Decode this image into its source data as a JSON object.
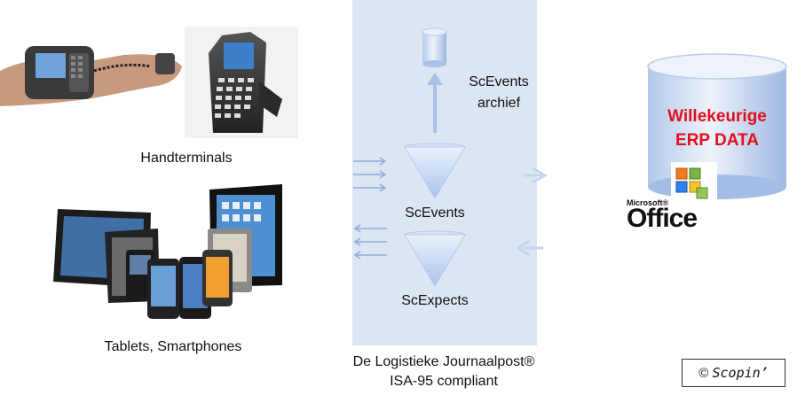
{
  "labels": {
    "handterminals": "Handterminals",
    "tablets": "Tablets, Smartphones",
    "archive": "ScEvents\narchief",
    "archive_line1": "ScEvents",
    "archive_line2": "archief",
    "scevents": "ScEvents",
    "scexpects": "ScExpects",
    "footer_line1": "De Logistieke Journaalpost®",
    "footer_line2": "ISA-95 compliant",
    "erp_line1": "Willekeurige",
    "erp_line2": "ERP DATA",
    "office_small": "Microsoft®",
    "office_big": "Office",
    "copyright_symbol": "©",
    "copyright_name": "Scopin’"
  },
  "colors": {
    "panel": "#dce6f2",
    "funnel": "#b9cff0",
    "arrow": "#8eaadb",
    "erp_text": "#e0101e"
  },
  "icons": [
    "wrist-terminal-image",
    "handheld-scanner-image",
    "tablets-smartphones-image",
    "database-cylinder-icon",
    "erp-cylinder-icon",
    "office-logo-icon"
  ]
}
